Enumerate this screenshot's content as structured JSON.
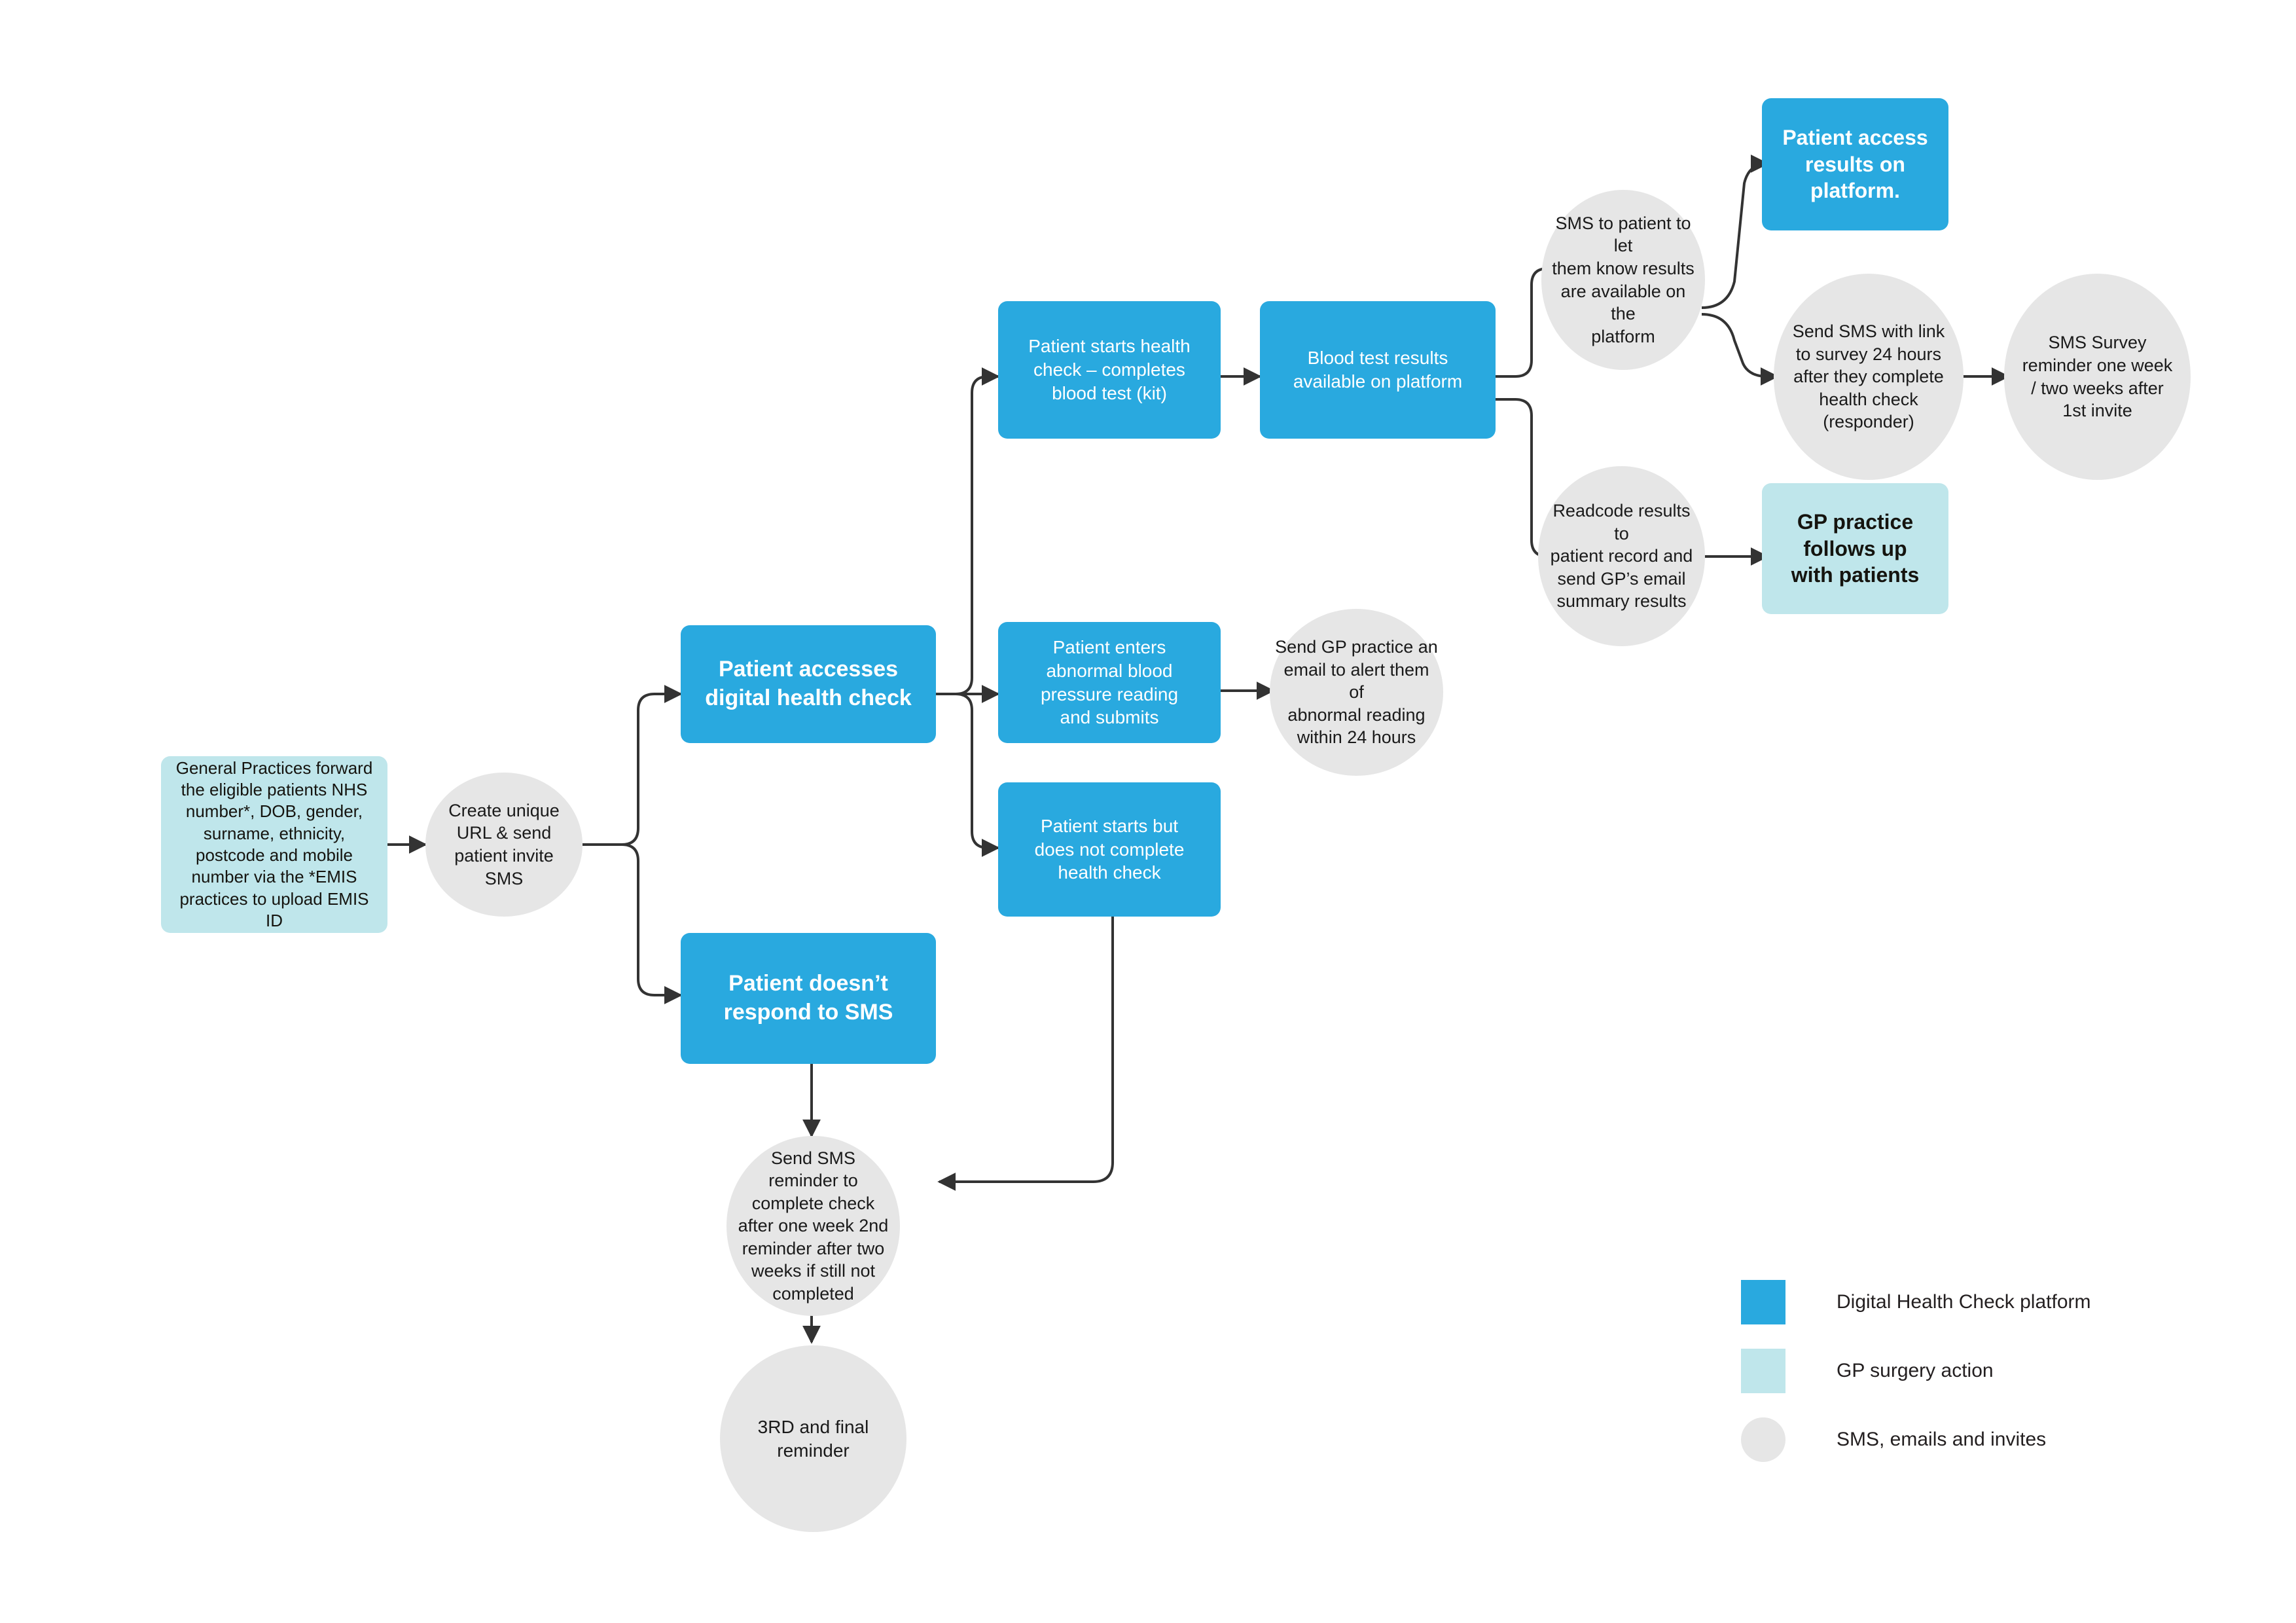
{
  "diagram": {
    "title": "Digital Health Check patient journey flowchart",
    "colors": {
      "platform_blue": "#29a9df",
      "gp_teal": "#bfe6eb",
      "sms_grey": "#e6e6e6",
      "edge": "#333333",
      "text_dark": "#1a1a1a",
      "text_light": "#ffffff",
      "background": "#ffffff"
    }
  },
  "nodes": {
    "gp_forward": "General Practices forward the eligible patients NHS number*, DOB, gender, surname, ethnicity, postcode and mobile number via the *EMIS practices to upload EMIS ID",
    "create_url": "Create unique\nURL & send\npatient invite SMS",
    "patient_accesses": "Patient accesses\ndigital health check",
    "patient_no_respond": "Patient doesn’t\nrespond to SMS",
    "starts_health_check": "Patient starts health\ncheck – completes\nblood test (kit)",
    "blood_results": "Blood test results\navailable on platform",
    "abnormal_bp": "Patient enters\nabnormal blood\npressure reading\nand submits",
    "starts_not_complete": "Patient starts but\ndoes not complete\nhealth check",
    "sms_results_available": "SMS to patient to let\nthem know results\nare available on the\nplatform",
    "patient_access_results": "Patient access\nresults on\nplatform.",
    "send_sms_survey": "Send SMS with link\nto survey 24 hours\nafter they complete\nhealth check\n(responder)",
    "sms_survey_reminder": "SMS Survey\nreminder one week\n/ two weeks after\n1st invite",
    "readcode_results": "Readcode results to\npatient record and\nsend GP’s email\nsummary results",
    "gp_follows_up": "GP practice\nfollows up\nwith patients",
    "email_gp_abnormal": "Send GP practice an\nemail to alert them of\nabnormal reading\nwithin 24 hours",
    "sms_reminder_complete": "Send SMS\nreminder to\ncomplete check\nafter one week 2nd\nreminder after two\nweeks if still not\ncompleted",
    "third_final_reminder": "3RD and final\nreminder"
  },
  "legend": {
    "items": [
      {
        "shape": "square",
        "color": "#29a9df",
        "label": "Digital Health Check platform"
      },
      {
        "shape": "square",
        "color": "#bfe6eb",
        "label": "GP surgery action"
      },
      {
        "shape": "circle",
        "color": "#e6e6e6",
        "label": "SMS, emails and invites"
      }
    ]
  }
}
